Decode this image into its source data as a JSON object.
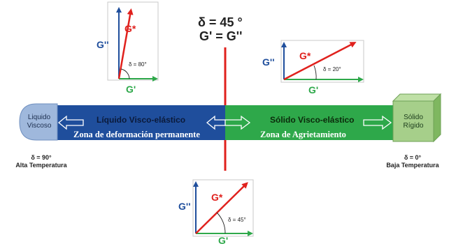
{
  "center": {
    "line1": "δ = 45 °",
    "line2": "G' = G''"
  },
  "left_end": {
    "label_line1": "Liquido",
    "label_line2": "Viscoso",
    "caption_line1": "δ = 90°",
    "caption_line2": "Alta Temperatura"
  },
  "right_end": {
    "label_line1": "Sólido",
    "label_line2": "Rígido",
    "caption_line1": "δ = 0°",
    "caption_line2": "Baja Temperatura"
  },
  "band": {
    "left_title": "Líquido Visco-elástico",
    "right_title": "Sólido Visco-elástico",
    "left_zone": "Zona de deformación permanente",
    "right_zone": "Zona de Agrietamiento",
    "colors": {
      "blue": "#1f4e9c",
      "green": "#2ea84a",
      "liquid_fill": "#9fb8dc",
      "solid_fill": "#a6cf8a"
    }
  },
  "vectors": {
    "colors": {
      "g_star": "#e0211d",
      "g_double_prime": "#1f4e9c",
      "g_prime": "#2ea84a"
    },
    "top_left": {
      "g_double_prime": "G''",
      "g_star": "G*",
      "g_prime": "G'",
      "angle_label": "δ = 80°",
      "angle_deg": 80
    },
    "top_right": {
      "g_double_prime": "G''",
      "g_star": "G*",
      "g_prime": "G'",
      "angle_label": "δ = 20°",
      "angle_deg": 20
    },
    "bottom": {
      "g_double_prime": "G''",
      "g_star": "G*",
      "g_prime": "G'",
      "angle_label": "δ = 45°",
      "angle_deg": 45
    }
  }
}
